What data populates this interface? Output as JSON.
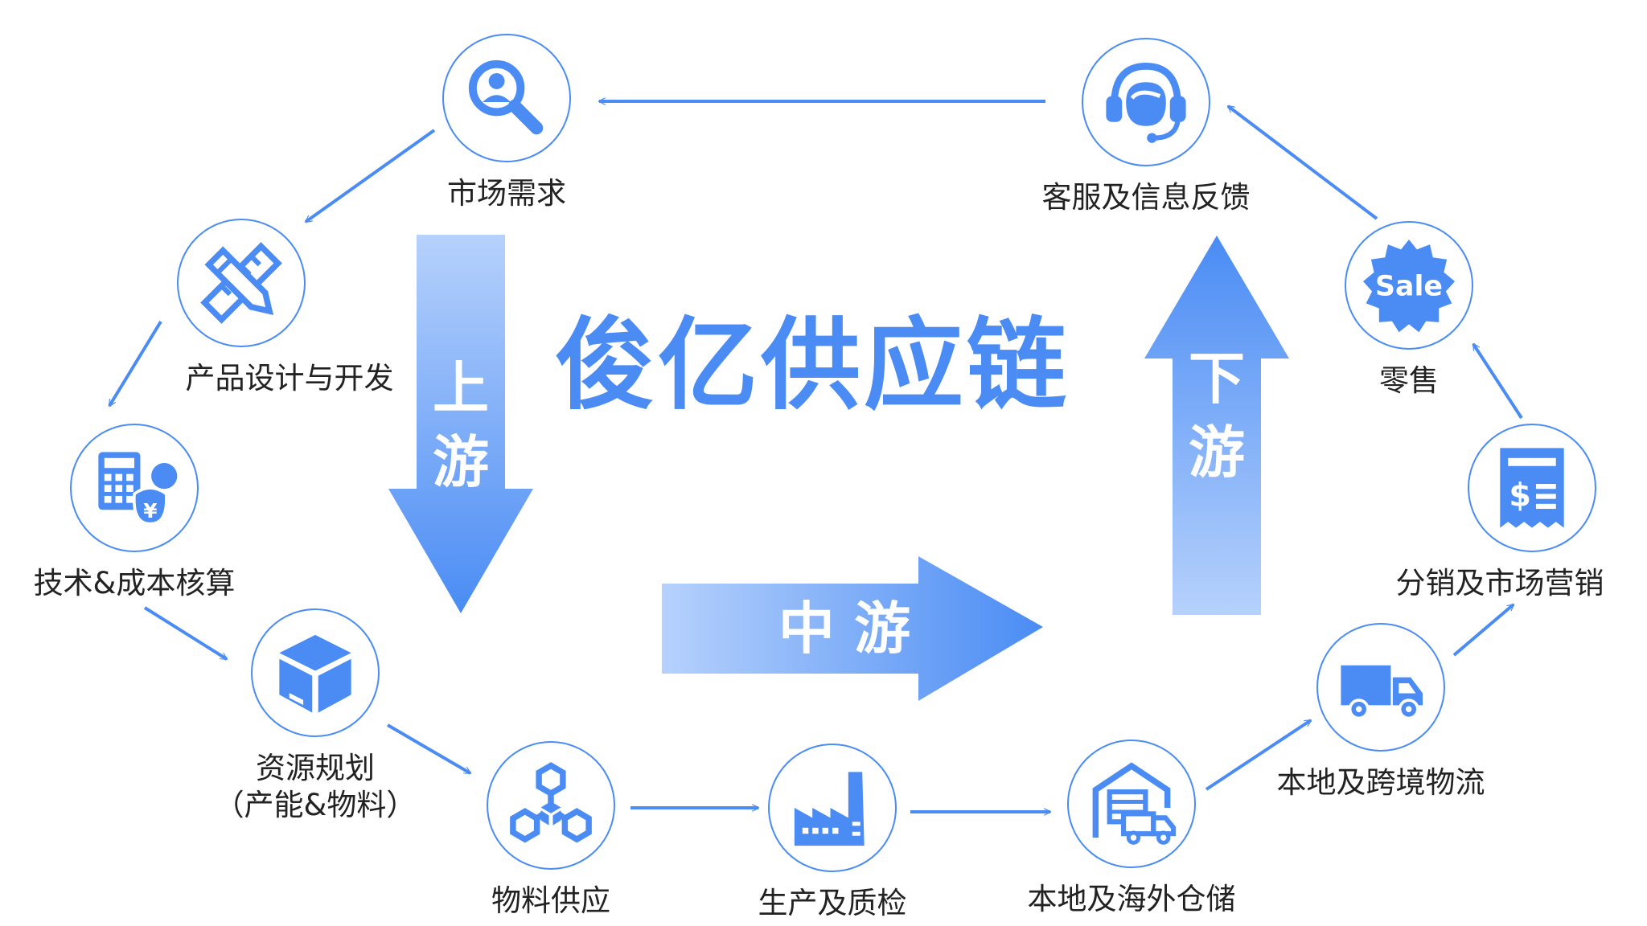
{
  "title": "俊亿供应链",
  "stages": {
    "upstream": "上\n游",
    "midstream": "中 游",
    "downstream": "下\n游"
  },
  "nodes": [
    {
      "id": "market-demand",
      "label": "市场需求",
      "icon": "search-user-icon"
    },
    {
      "id": "product-design",
      "label": "产品设计与开发",
      "icon": "ruler-pencil-icon"
    },
    {
      "id": "tech-cost",
      "label": "技术&成本核算",
      "icon": "calculator-money-icon"
    },
    {
      "id": "resource-planning",
      "label": "资源规划\n（产能&物料）",
      "icon": "box-icon"
    },
    {
      "id": "material-supply",
      "label": "物料供应",
      "icon": "hex-network-icon"
    },
    {
      "id": "production-qc",
      "label": "生产及质检",
      "icon": "factory-icon"
    },
    {
      "id": "warehousing",
      "label": "本地及海外仓储",
      "icon": "warehouse-truck-icon"
    },
    {
      "id": "logistics",
      "label": "本地及跨境物流",
      "icon": "truck-icon"
    },
    {
      "id": "distribution",
      "label": "分销及市场营销",
      "icon": "receipt-dollar-icon"
    },
    {
      "id": "retail",
      "label": "零售",
      "icon": "sale-badge-icon"
    },
    {
      "id": "customer-service",
      "label": "客服及信息反馈",
      "icon": "headset-icon"
    }
  ],
  "sale_badge_text": "Sale",
  "colors": {
    "accent": "#4a8cf4",
    "light": "#aecbfb",
    "text": "#222222"
  }
}
